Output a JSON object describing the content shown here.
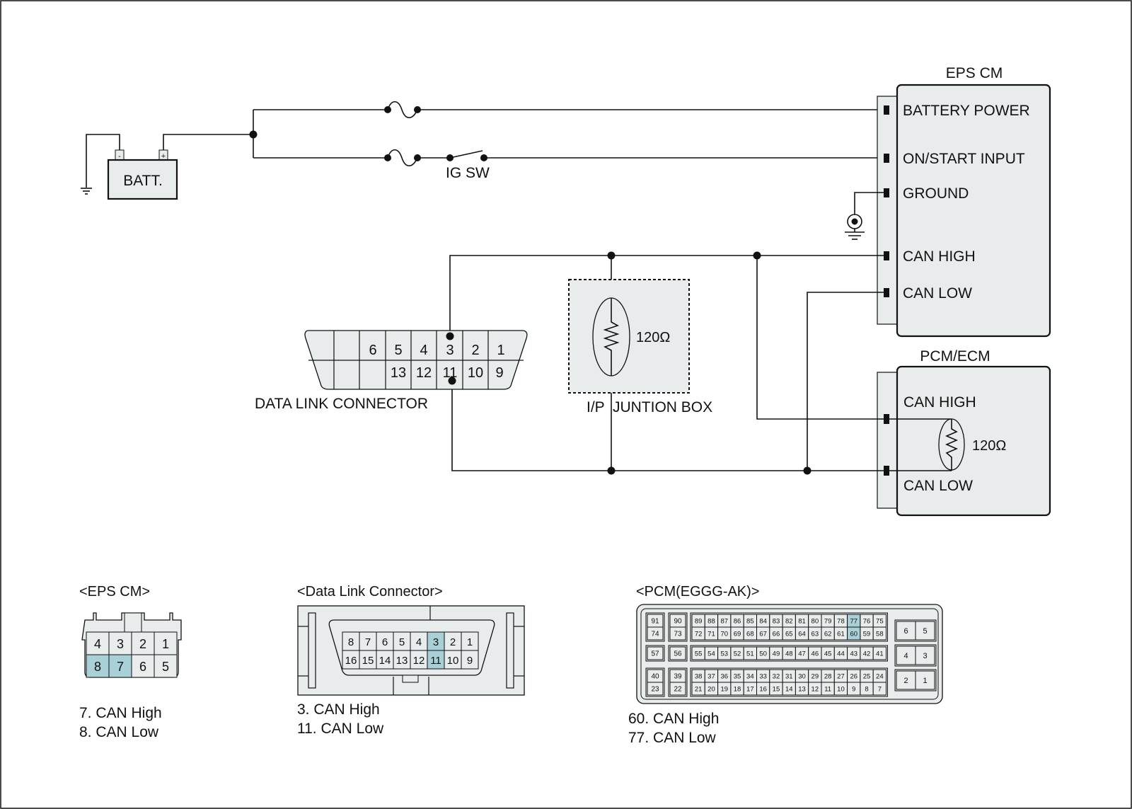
{
  "colors": {
    "component_fill": "#e8ecec",
    "highlight": "#a9d0d6",
    "line": "#111111"
  },
  "schematic": {
    "battery_label": "BATT.",
    "battery_minus": "-",
    "battery_plus": "+",
    "ig_sw_label": "IG SW",
    "eps_cm": {
      "title": "EPS CM",
      "pins": [
        "BATTERY POWER",
        "ON/START INPUT",
        "GROUND",
        "CAN HIGH",
        "CAN LOW"
      ]
    },
    "pcm_ecm": {
      "title": "PCM/ECM",
      "can_high": "CAN HIGH",
      "can_low": "CAN LOW",
      "resistor": "120Ω"
    },
    "junction_box": {
      "label": "I/P  JUNTION BOX",
      "resistor": "120Ω"
    },
    "dlc": {
      "label": "DATA LINK CONNECTOR",
      "top_pins": [
        "6",
        "5",
        "4",
        "3",
        "2",
        "1"
      ],
      "bottom_pins": [
        "13",
        "12",
        "11",
        "10",
        "9"
      ]
    }
  },
  "connectors": {
    "eps_cm": {
      "title": "<EPS CM>",
      "top_row": [
        "4",
        "3",
        "2",
        "1"
      ],
      "bottom_row": [
        "8",
        "7",
        "6",
        "5"
      ],
      "notes": [
        "7. CAN High",
        "8. CAN Low"
      ]
    },
    "dlc": {
      "title": "<Data Link Connector>",
      "top_row": [
        "8",
        "7",
        "6",
        "5",
        "4",
        "3",
        "2",
        "1"
      ],
      "bottom_row": [
        "16",
        "15",
        "14",
        "13",
        "12",
        "11",
        "10",
        "9"
      ],
      "notes": [
        "3. CAN High",
        "11. CAN Low"
      ]
    },
    "pcm": {
      "title": "<PCM(EGGG-AK)>",
      "left_pairs": [
        [
          "91",
          "74"
        ],
        [
          "90",
          "73"
        ],
        [
          "57"
        ],
        [
          "56"
        ],
        [
          "40",
          "23"
        ],
        [
          "39",
          "22"
        ]
      ],
      "row1": [
        "89",
        "88",
        "87",
        "86",
        "85",
        "84",
        "83",
        "82",
        "81",
        "80",
        "79",
        "78",
        "77",
        "76",
        "75"
      ],
      "row2": [
        "72",
        "71",
        "70",
        "69",
        "68",
        "67",
        "66",
        "65",
        "64",
        "63",
        "62",
        "61",
        "60",
        "59",
        "58"
      ],
      "row3": [
        "55",
        "54",
        "53",
        "52",
        "51",
        "50",
        "49",
        "48",
        "47",
        "46",
        "45",
        "44",
        "43",
        "42",
        "41"
      ],
      "row4": [
        "38",
        "37",
        "36",
        "35",
        "34",
        "33",
        "32",
        "31",
        "30",
        "29",
        "28",
        "27",
        "26",
        "25",
        "24"
      ],
      "row5": [
        "21",
        "20",
        "19",
        "18",
        "17",
        "16",
        "15",
        "14",
        "13",
        "12",
        "11",
        "10",
        "9",
        "8",
        "7"
      ],
      "right_cells": [
        [
          "6",
          "5"
        ],
        [
          "4",
          "3"
        ],
        [
          "2",
          "1"
        ]
      ],
      "notes": [
        "60. CAN High",
        "77. CAN Low"
      ]
    }
  }
}
